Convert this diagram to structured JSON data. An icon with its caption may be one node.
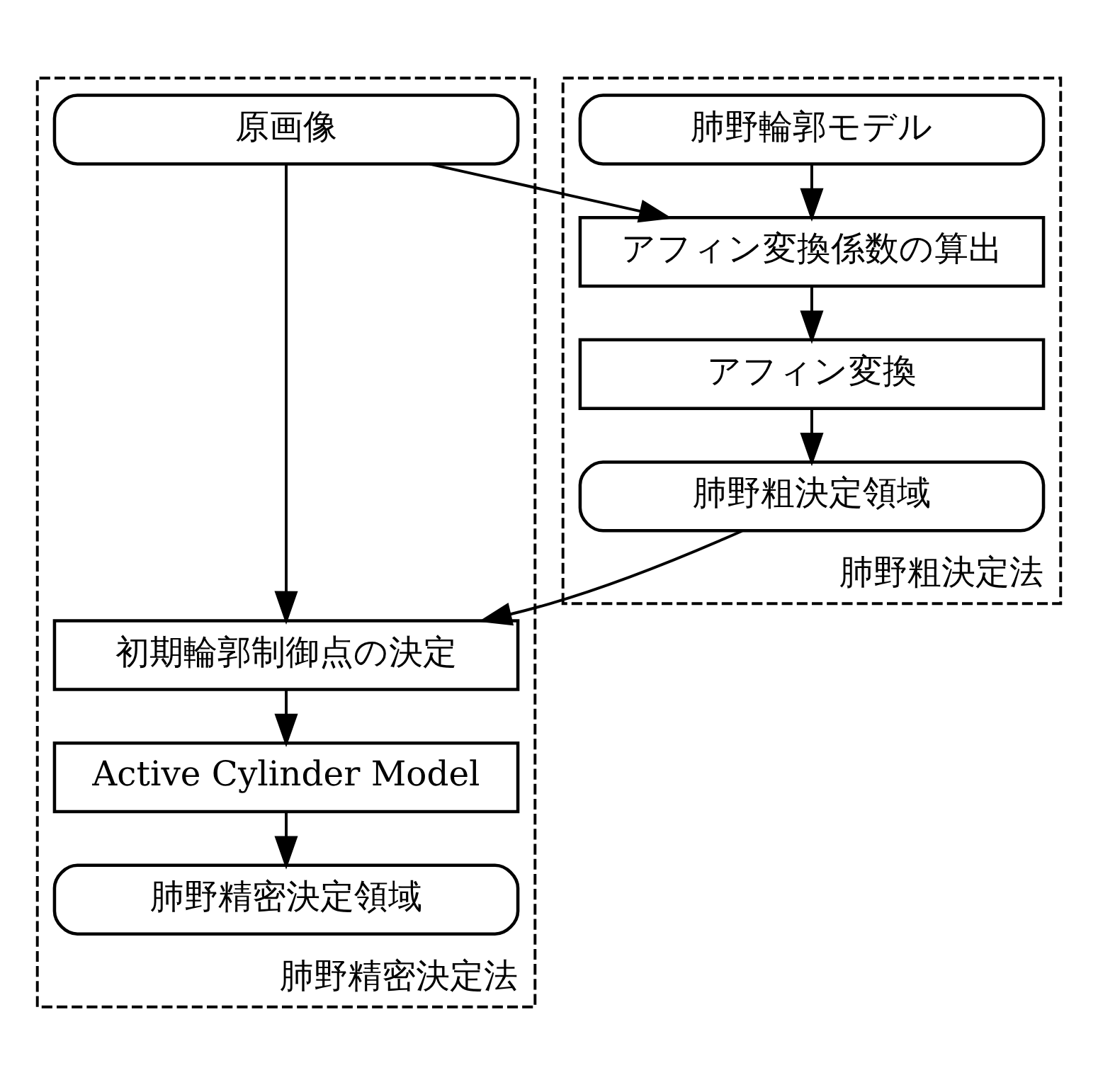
{
  "diagram": {
    "nodes": [
      {
        "text": [
          "肺野精密決定法"
        ]
      },
      {
        "text": [
          "原画像"
        ],
        "in": 0
      },
      {
        "text": [
          "肺野粗決定法"
        ]
      },
      {
        "text": [
          "肺野輪郭モデル"
        ],
        "in": 2
      },
      {
        "text": [
          "アフィン変換係数の算出"
        ],
        "in": 2
      },
      {
        "text": [
          "アフィン変換"
        ],
        "in": 2
      },
      {
        "text": [
          "肺野粗決定領域"
        ],
        "in": 2
      },
      {
        "text": [
          "初期輪郭制御点の決定"
        ],
        "in": 0
      },
      {
        "text": [
          "Active Cylinder Model"
        ],
        "in": 0
      },
      {
        "text": [
          "肺野精密決定領域"
        ],
        "in": 0
      }
    ],
    "edges": [
      {
        "from": 1,
        "to": 4,
        "arrow": "to"
      },
      {
        "from": 3,
        "to": 4,
        "arrow": "to"
      },
      {
        "from": 4,
        "to": 5,
        "arrow": "to"
      },
      {
        "from": 5,
        "to": 6,
        "arrow": "to"
      },
      {
        "from": 1,
        "to": 7,
        "arrow": "to"
      },
      {
        "from": 6,
        "to": 7,
        "arrow": "to"
      },
      {
        "from": 7,
        "to": 8,
        "arrow": "to"
      },
      {
        "from": 8,
        "to": 9,
        "arrow": "to"
      }
    ]
  }
}
